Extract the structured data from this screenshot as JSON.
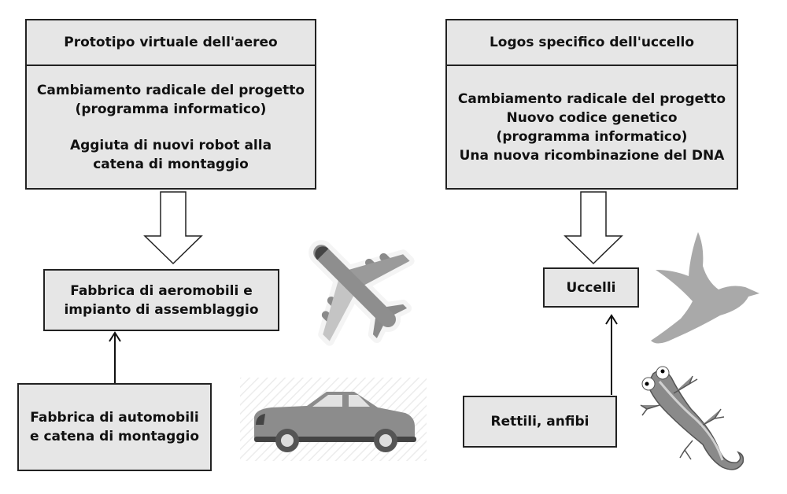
{
  "left": {
    "title": "Prototipo virtuale dell'aereo",
    "main_lines": [
      "Cambiamento radicale del progetto",
      "(programma informatico)",
      "Aggiuta di nuovi robot alla",
      "catena di montaggio"
    ],
    "target_lines": [
      "Fabbrica di aeromobili e",
      "impianto di assemblaggio"
    ],
    "source_lines": [
      "Fabbrica di automobili",
      "e catena di montaggio"
    ]
  },
  "right": {
    "title": "Logos specifico dell'uccello",
    "main_lines": [
      "Cambiamento radicale del progetto",
      "Nuovo codice genetico",
      "(programma informatico)",
      "Una nuova ricombinazione del DNA"
    ],
    "target": "Uccelli",
    "source": "Rettili, anfibi"
  },
  "icons": [
    "airplane-icon",
    "car-icon",
    "bird-icon",
    "lizard-icon"
  ]
}
